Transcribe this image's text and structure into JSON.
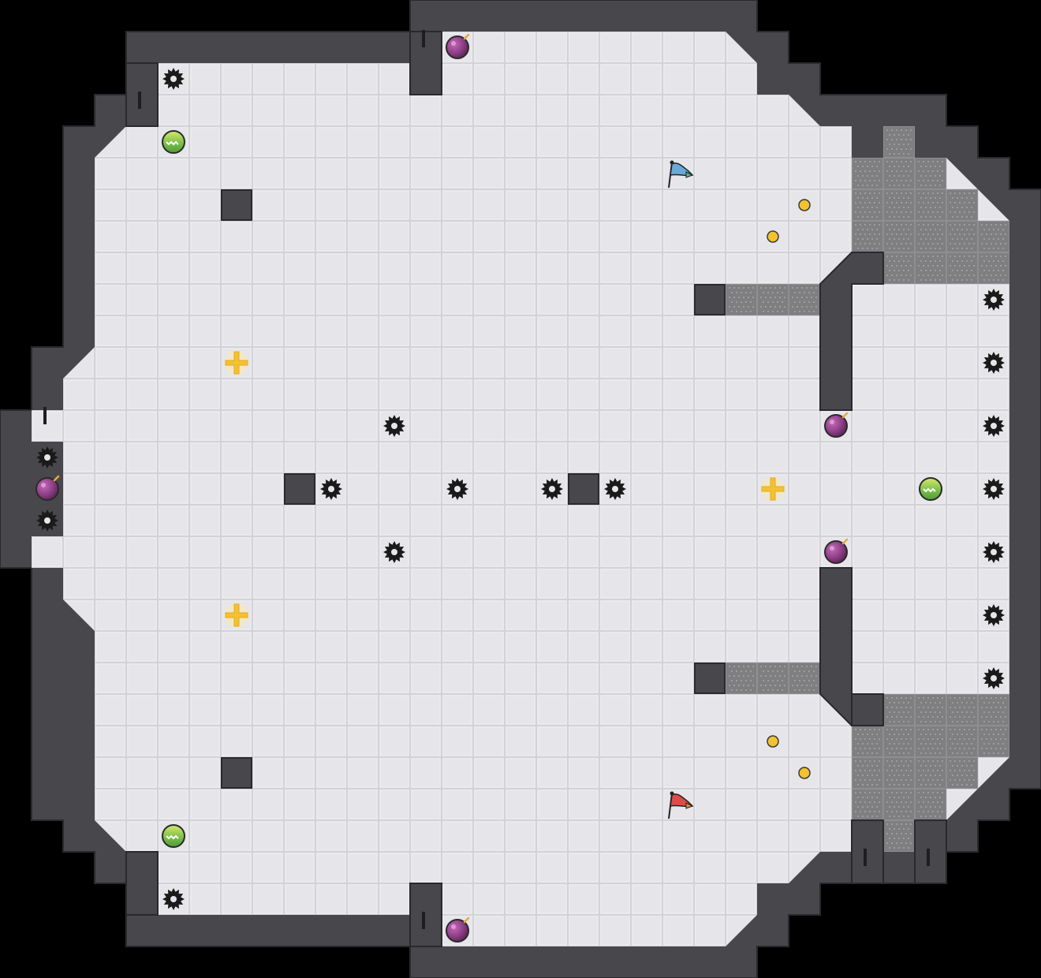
{
  "map": {
    "grid_cols": 33,
    "grid_rows": 31,
    "colors": {
      "background": "#000000",
      "floor": "#e6e6ea",
      "floor_line": "#d4d4da",
      "wall": "#48484c",
      "wall_edge": "#2a2a2e",
      "speed_tile": "#8a8a8d",
      "red_flag": "#e04a4a",
      "blue_flag": "#6aa8d8",
      "boost": "#f2c230",
      "bomb": "#8a3a8a",
      "powerup": "#7cc04a"
    },
    "objects": {
      "flags": [
        {
          "team": "blue",
          "icon": "blue-flag-icon",
          "col": 21,
          "row": 5
        },
        {
          "team": "red",
          "icon": "red-flag-icon",
          "col": 21,
          "row": 25
        }
      ],
      "boosts": [
        {
          "col": 7,
          "row": 11
        },
        {
          "col": 7,
          "row": 19
        },
        {
          "col": 24,
          "row": 15
        }
      ],
      "bombs": [
        {
          "col": 14,
          "row": 1
        },
        {
          "col": 14,
          "row": 29
        },
        {
          "col": 1,
          "row": 15
        },
        {
          "col": 26,
          "row": 13
        },
        {
          "col": 26,
          "row": 17
        }
      ],
      "powerups": [
        {
          "col": 5,
          "row": 4
        },
        {
          "col": 5,
          "row": 26
        },
        {
          "col": 29,
          "row": 15
        }
      ],
      "spikes": [
        {
          "col": 5,
          "row": 2
        },
        {
          "col": 5,
          "row": 28
        },
        {
          "col": 1,
          "row": 14
        },
        {
          "col": 1,
          "row": 16
        },
        {
          "col": 12,
          "row": 13
        },
        {
          "col": 12,
          "row": 17
        },
        {
          "col": 10,
          "row": 15
        },
        {
          "col": 14,
          "row": 15
        },
        {
          "col": 17,
          "row": 15
        },
        {
          "col": 19,
          "row": 15
        },
        {
          "col": 31,
          "row": 9
        },
        {
          "col": 31,
          "row": 11
        },
        {
          "col": 31,
          "row": 13
        },
        {
          "col": 31,
          "row": 15
        },
        {
          "col": 31,
          "row": 17
        },
        {
          "col": 31,
          "row": 19
        },
        {
          "col": 31,
          "row": 21
        }
      ],
      "small_dots": [
        {
          "col": 25,
          "row": 6
        },
        {
          "col": 24,
          "row": 7
        },
        {
          "col": 24,
          "row": 23
        },
        {
          "col": 25,
          "row": 24
        }
      ],
      "wall_blocks": [
        {
          "col": 7,
          "row": 6
        },
        {
          "col": 7,
          "row": 24
        },
        {
          "col": 9,
          "row": 15
        },
        {
          "col": 18,
          "row": 15
        },
        {
          "col": 22,
          "row": 9
        },
        {
          "col": 22,
          "row": 21
        }
      ]
    }
  }
}
